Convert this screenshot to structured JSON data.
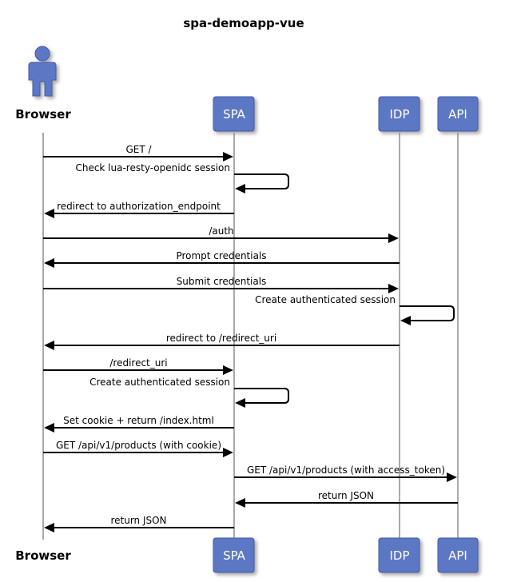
{
  "title": "spa-demoapp-vue",
  "colors": {
    "participant_fill": "#5b78c5",
    "participant_text": "#ffffff",
    "lifeline": "#aaaaaa",
    "arrow": "#000000"
  },
  "participants": [
    {
      "id": "browser",
      "label": "Browser",
      "kind": "actor"
    },
    {
      "id": "spa",
      "label": "SPA",
      "kind": "box"
    },
    {
      "id": "idp",
      "label": "IDP",
      "kind": "box"
    },
    {
      "id": "api",
      "label": "API",
      "kind": "box"
    }
  ],
  "messages": [
    {
      "from": "browser",
      "to": "spa",
      "label": "GET /"
    },
    {
      "from": "spa",
      "to": "spa",
      "label": "Check lua-resty-openidc session"
    },
    {
      "from": "spa",
      "to": "browser",
      "label": "redirect to authorization_endpoint"
    },
    {
      "from": "browser",
      "to": "idp",
      "label": "/auth"
    },
    {
      "from": "idp",
      "to": "browser",
      "label": "Prompt credentials"
    },
    {
      "from": "browser",
      "to": "idp",
      "label": "Submit credentials"
    },
    {
      "from": "idp",
      "to": "idp",
      "label": "Create authenticated session"
    },
    {
      "from": "idp",
      "to": "browser",
      "label": "redirect to /redirect_uri"
    },
    {
      "from": "browser",
      "to": "spa",
      "label": "/redirect_uri"
    },
    {
      "from": "spa",
      "to": "spa",
      "label": "Create authenticated session"
    },
    {
      "from": "spa",
      "to": "browser",
      "label": "Set cookie + return /index.html"
    },
    {
      "from": "browser",
      "to": "spa",
      "label": "GET /api/v1/products (with cookie)"
    },
    {
      "from": "spa",
      "to": "api",
      "label": "GET /api/v1/products (with access_token)"
    },
    {
      "from": "api",
      "to": "spa",
      "label": "return JSON"
    },
    {
      "from": "spa",
      "to": "browser",
      "label": "return JSON"
    }
  ]
}
